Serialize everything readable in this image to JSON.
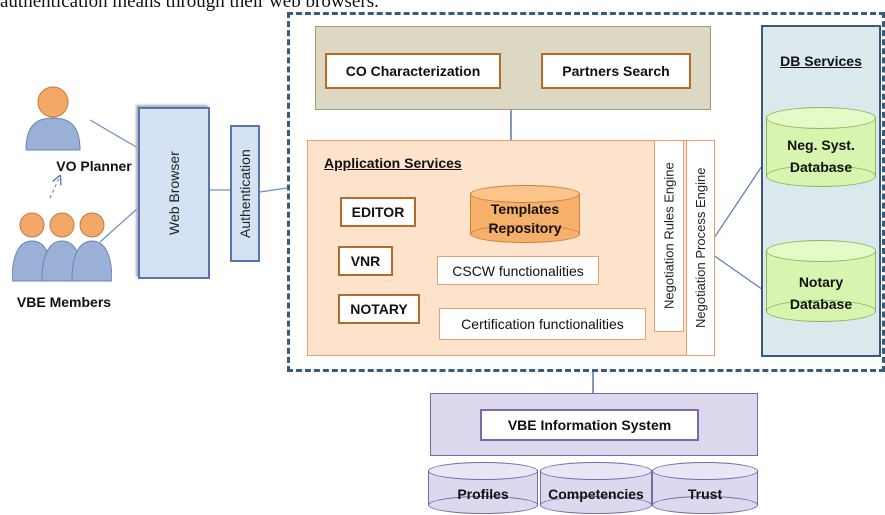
{
  "header_text": "authentication means through their web browsers.",
  "actors": {
    "planner_label": "VO Planner",
    "members_label": "VBE Members"
  },
  "web_browser": "Web Browser",
  "authentication": "Authentication",
  "top_services": {
    "co_characterization": "CO Characterization",
    "partners_search": "Partners Search"
  },
  "app_services": {
    "title": "Application Services",
    "editor": "EDITOR",
    "vnr": "VNR",
    "notary": "NOTARY",
    "templates_repo": [
      "Templates",
      "Repository"
    ],
    "cscw": "CSCW functionalities",
    "certification": "Certification functionalities",
    "rules_engine": "Negotiation Rules Engine",
    "process_engine": "Negotiation Process Engine"
  },
  "db_services": {
    "title": "DB Services",
    "neg_db": [
      "Neg. Syst.",
      "Database"
    ],
    "notary_db": [
      "Notary",
      "Database"
    ]
  },
  "vbe": {
    "title": "VBE Information System",
    "profiles": "Profiles",
    "competencies": "Competencies",
    "trust": "Trust"
  },
  "colors": {
    "dashed_border": "#3a5a7a",
    "top_panel": "#ddd8c4",
    "app_panel": "#fde3cc",
    "app_border": "#e8a070",
    "browser_fill": "#d5e2f3",
    "browser_border": "#5a76a8",
    "db_panel": "#dbe8ec",
    "green_cyl": "#d8f5b0",
    "orange_cyl": "#f7b06a",
    "purple": "#ded8ee",
    "purple_border": "#7a6aa8"
  }
}
